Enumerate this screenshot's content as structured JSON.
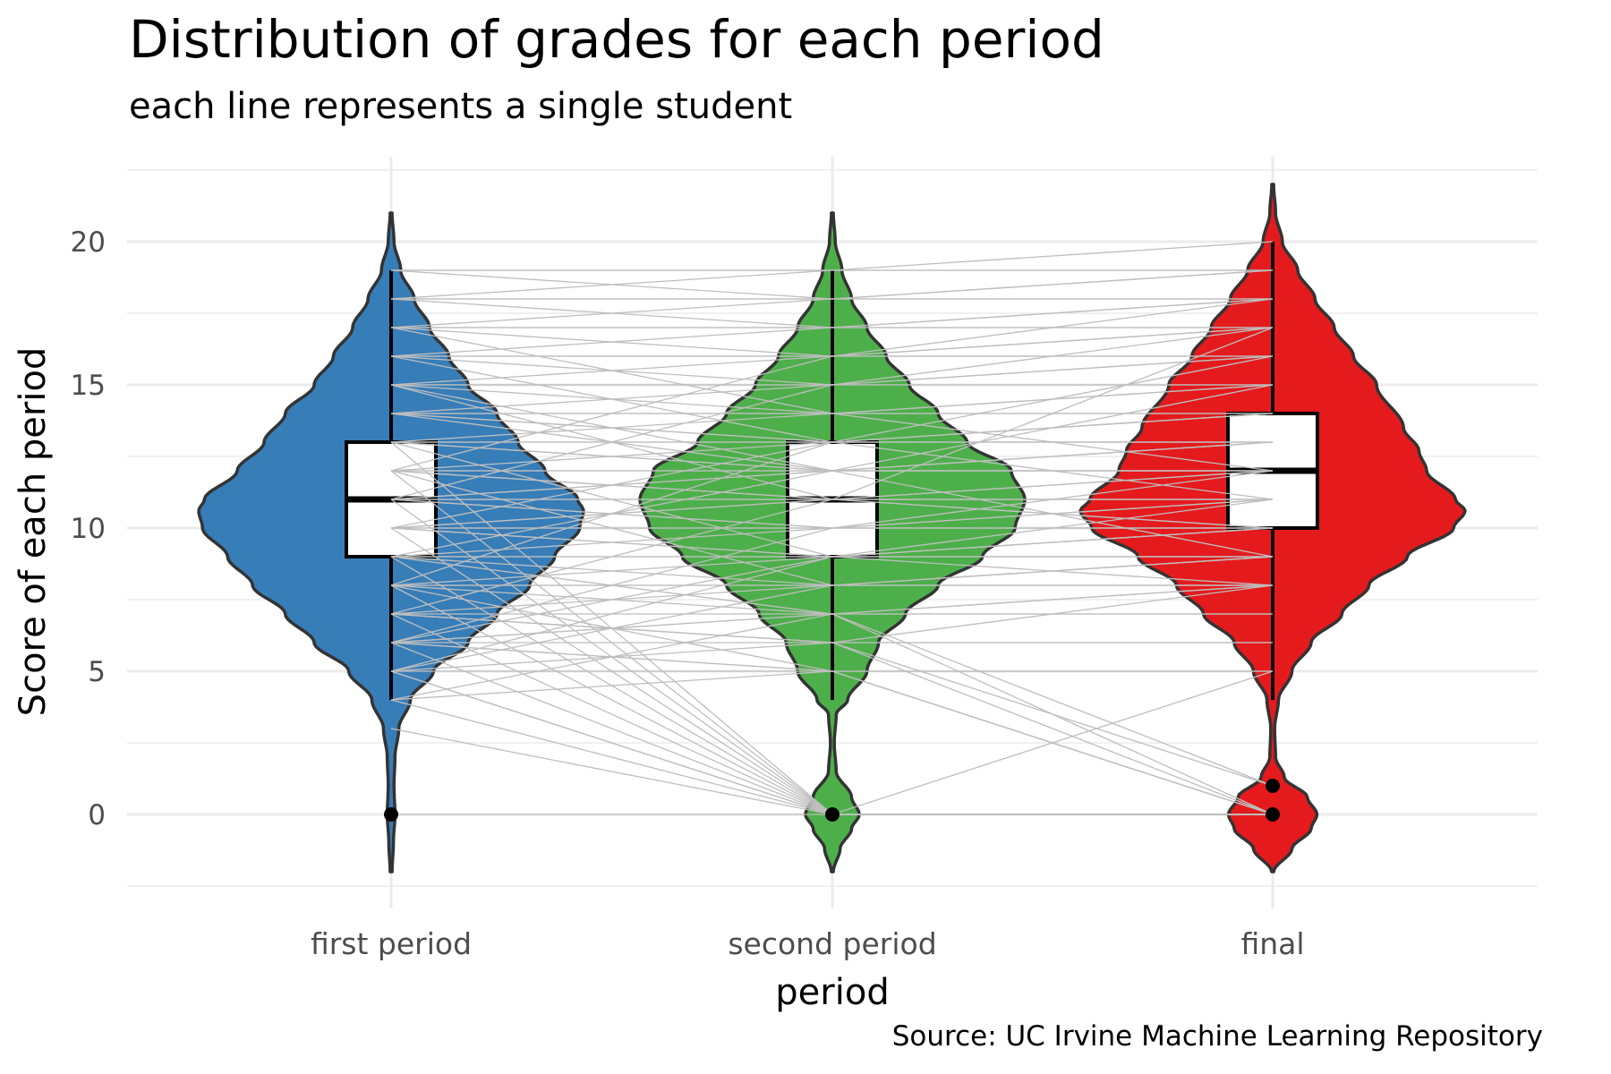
{
  "chart_data": {
    "type": "violin",
    "title": "Distribution of grades for each period",
    "subtitle": "each line represents a single student",
    "caption": "Source: UC Irvine Machine Learning Repository",
    "xlabel": "period",
    "ylabel": "Score of each period",
    "categories": [
      "first period",
      "second period",
      "final"
    ],
    "ylim": [
      -3,
      22.5
    ],
    "yticks": [
      0,
      5,
      10,
      15,
      20
    ],
    "grid": true,
    "legend": "none",
    "colors": {
      "first period": "#377eb8",
      "second period": "#4daf4a",
      "final": "#e41a1c",
      "outline": "#333333",
      "student_line": "#bebebe",
      "grid": "#ebebeb"
    },
    "boxplots": [
      {
        "period": "first period",
        "whisker_low": 4,
        "q1": 9,
        "median": 11,
        "q3": 13,
        "whisker_high": 19,
        "outliers": [
          0
        ]
      },
      {
        "period": "second period",
        "whisker_low": 4,
        "q1": 9,
        "median": 11,
        "q3": 13,
        "whisker_high": 19,
        "outliers": [
          0
        ]
      },
      {
        "period": "final",
        "whisker_low": 4,
        "q1": 10,
        "median": 12,
        "q3": 14,
        "whisker_high": 20,
        "outliers": [
          0,
          1
        ]
      }
    ],
    "violins": [
      {
        "period": "first period",
        "min": -2,
        "max": 21,
        "density": [
          [
            -2,
            0.005
          ],
          [
            -1,
            0.012
          ],
          [
            0,
            0.02
          ],
          [
            1,
            0.015
          ],
          [
            2,
            0.02
          ],
          [
            3,
            0.04
          ],
          [
            4,
            0.1
          ],
          [
            5,
            0.22
          ],
          [
            6,
            0.4
          ],
          [
            7,
            0.55
          ],
          [
            8,
            0.72
          ],
          [
            9,
            0.85
          ],
          [
            10,
            0.98
          ],
          [
            10.6,
            1.0
          ],
          [
            11,
            0.97
          ],
          [
            12,
            0.8
          ],
          [
            13,
            0.66
          ],
          [
            14,
            0.55
          ],
          [
            15,
            0.4
          ],
          [
            16,
            0.3
          ],
          [
            17,
            0.2
          ],
          [
            18,
            0.12
          ],
          [
            19,
            0.05
          ],
          [
            20,
            0.015
          ],
          [
            21,
            0.005
          ]
        ]
      },
      {
        "period": "second period",
        "min": -2,
        "max": 21,
        "density": [
          [
            -2,
            0.005
          ],
          [
            -1.2,
            0.04
          ],
          [
            -0.5,
            0.1
          ],
          [
            0,
            0.14
          ],
          [
            0.6,
            0.1
          ],
          [
            1.5,
            0.02
          ],
          [
            2.5,
            0.01
          ],
          [
            3.5,
            0.02
          ],
          [
            4,
            0.08
          ],
          [
            5,
            0.18
          ],
          [
            6,
            0.24
          ],
          [
            7,
            0.38
          ],
          [
            8,
            0.55
          ],
          [
            9,
            0.78
          ],
          [
            10,
            0.95
          ],
          [
            11,
            1.0
          ],
          [
            12,
            0.93
          ],
          [
            13,
            0.7
          ],
          [
            14,
            0.55
          ],
          [
            15,
            0.4
          ],
          [
            16,
            0.28
          ],
          [
            17,
            0.18
          ],
          [
            18,
            0.1
          ],
          [
            19,
            0.05
          ],
          [
            20,
            0.015
          ],
          [
            21,
            0.005
          ]
        ]
      },
      {
        "period": "final",
        "min": -2,
        "max": 22,
        "density": [
          [
            -2,
            0.005
          ],
          [
            -1.2,
            0.1
          ],
          [
            -0.5,
            0.2
          ],
          [
            0,
            0.23
          ],
          [
            0.6,
            0.18
          ],
          [
            1.3,
            0.06
          ],
          [
            2,
            0.015
          ],
          [
            3,
            0.01
          ],
          [
            4,
            0.03
          ],
          [
            5,
            0.1
          ],
          [
            6,
            0.2
          ],
          [
            7,
            0.36
          ],
          [
            8,
            0.5
          ],
          [
            9,
            0.7
          ],
          [
            10,
            0.94
          ],
          [
            10.6,
            1.0
          ],
          [
            11,
            0.95
          ],
          [
            12,
            0.8
          ],
          [
            12.7,
            0.76
          ],
          [
            13.5,
            0.68
          ],
          [
            15,
            0.54
          ],
          [
            16,
            0.42
          ],
          [
            17,
            0.32
          ],
          [
            18,
            0.22
          ],
          [
            19,
            0.13
          ],
          [
            20,
            0.05
          ],
          [
            21,
            0.015
          ],
          [
            22,
            0.005
          ]
        ]
      }
    ],
    "students": [
      [
        0,
        0,
        0
      ],
      [
        3,
        0,
        0
      ],
      [
        4,
        0,
        0
      ],
      [
        5,
        0,
        0
      ],
      [
        6,
        0,
        0
      ],
      [
        7,
        0,
        0
      ],
      [
        8,
        0,
        0
      ],
      [
        9,
        0,
        0
      ],
      [
        10,
        0,
        0
      ],
      [
        11,
        0,
        0
      ],
      [
        12,
        0,
        0
      ],
      [
        13,
        0,
        0
      ],
      [
        5,
        5,
        0
      ],
      [
        6,
        5,
        0
      ],
      [
        7,
        6,
        0
      ],
      [
        8,
        5,
        0
      ],
      [
        9,
        7,
        0
      ],
      [
        6,
        7,
        1
      ],
      [
        7,
        6,
        1
      ],
      [
        5,
        0,
        5
      ],
      [
        4,
        5,
        5
      ],
      [
        5,
        6,
        6
      ],
      [
        6,
        5,
        5
      ],
      [
        6,
        6,
        6
      ],
      [
        6,
        7,
        7
      ],
      [
        7,
        7,
        7
      ],
      [
        7,
        8,
        8
      ],
      [
        7,
        6,
        8
      ],
      [
        8,
        8,
        8
      ],
      [
        8,
        7,
        8
      ],
      [
        8,
        9,
        9
      ],
      [
        8,
        8,
        9
      ],
      [
        9,
        8,
        9
      ],
      [
        9,
        9,
        10
      ],
      [
        9,
        10,
        10
      ],
      [
        9,
        9,
        9
      ],
      [
        10,
        9,
        10
      ],
      [
        10,
        10,
        10
      ],
      [
        10,
        11,
        11
      ],
      [
        10,
        10,
        11
      ],
      [
        10,
        9,
        9
      ],
      [
        10,
        11,
        10
      ],
      [
        11,
        10,
        11
      ],
      [
        11,
        11,
        11
      ],
      [
        11,
        11,
        12
      ],
      [
        11,
        12,
        12
      ],
      [
        11,
        10,
        10
      ],
      [
        11,
        12,
        13
      ],
      [
        12,
        11,
        11
      ],
      [
        12,
        12,
        12
      ],
      [
        12,
        12,
        13
      ],
      [
        12,
        13,
        13
      ],
      [
        12,
        11,
        12
      ],
      [
        13,
        12,
        12
      ],
      [
        13,
        13,
        13
      ],
      [
        13,
        13,
        14
      ],
      [
        13,
        14,
        14
      ],
      [
        13,
        12,
        13
      ],
      [
        14,
        13,
        14
      ],
      [
        14,
        14,
        14
      ],
      [
        14,
        14,
        15
      ],
      [
        14,
        15,
        15
      ],
      [
        14,
        13,
        13
      ],
      [
        15,
        14,
        15
      ],
      [
        15,
        15,
        15
      ],
      [
        15,
        15,
        16
      ],
      [
        15,
        16,
        16
      ],
      [
        16,
        15,
        16
      ],
      [
        16,
        16,
        16
      ],
      [
        16,
        16,
        17
      ],
      [
        16,
        17,
        17
      ],
      [
        17,
        16,
        17
      ],
      [
        17,
        17,
        17
      ],
      [
        17,
        17,
        18
      ],
      [
        17,
        18,
        18
      ],
      [
        18,
        17,
        18
      ],
      [
        18,
        18,
        18
      ],
      [
        18,
        18,
        19
      ],
      [
        19,
        18,
        19
      ],
      [
        19,
        19,
        19
      ],
      [
        19,
        19,
        20
      ],
      [
        18,
        19,
        19
      ],
      [
        5,
        8,
        9
      ],
      [
        6,
        9,
        10
      ],
      [
        12,
        8,
        8
      ],
      [
        13,
        9,
        8
      ],
      [
        15,
        11,
        10
      ],
      [
        16,
        13,
        11
      ],
      [
        10,
        13,
        14
      ],
      [
        9,
        12,
        15
      ],
      [
        8,
        13,
        16
      ],
      [
        7,
        11,
        17
      ],
      [
        11,
        15,
        17
      ],
      [
        12,
        16,
        18
      ],
      [
        14,
        12,
        9
      ],
      [
        17,
        14,
        12
      ],
      [
        4,
        7,
        8
      ],
      [
        5,
        9,
        11
      ],
      [
        6,
        10,
        12
      ],
      [
        15,
        12,
        12
      ]
    ]
  }
}
